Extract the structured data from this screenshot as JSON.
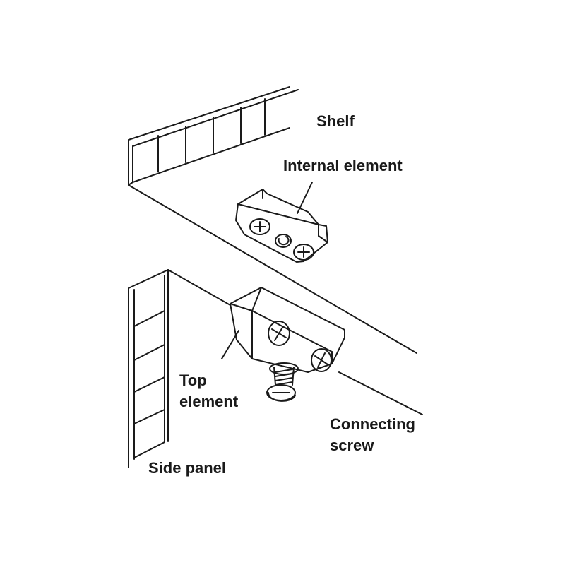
{
  "labels": {
    "shelf": "Shelf",
    "internal_element": "Internal element",
    "top_element": [
      "Top",
      "element"
    ],
    "connecting_screw": [
      "Connecting",
      "screw"
    ],
    "side_panel": "Side panel"
  },
  "colors": {
    "line": "#1a1a1a",
    "background": "#ffffff"
  }
}
